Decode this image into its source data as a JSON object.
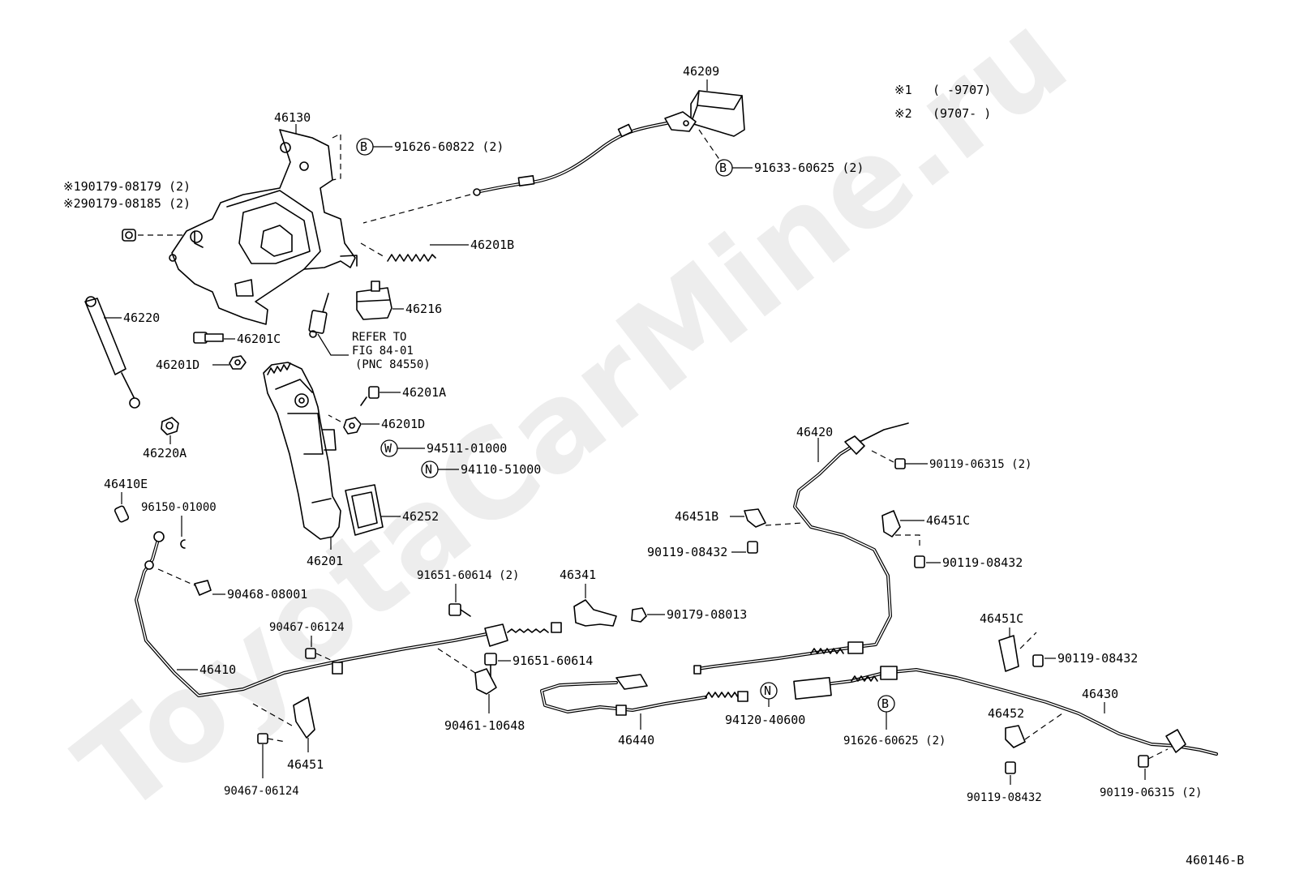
{
  "watermark": "ToyotaCarMine.ru",
  "diagram_code": "460146-B",
  "notes": [
    {
      "mark": "※1",
      "range": "(       -9707)"
    },
    {
      "mark": "※2",
      "range": "(9707-       )"
    }
  ],
  "refer": {
    "line1": "REFER TO",
    "line2": "FIG 84-01",
    "line3": "(PNC 84550)"
  },
  "symbols": {
    "B": "B",
    "W": "W",
    "N": "N"
  },
  "labels": {
    "p46209": "46209",
    "p46130": "46130",
    "b91626_60822": "91626-60822 (2)",
    "b91633_60625": "91633-60625 (2)",
    "n1_90179_08179": "※190179-08179 (2)",
    "n2_90179_08185": "※290179-08185 (2)",
    "p46201B": "46201B",
    "p46216": "46216",
    "p46220": "46220",
    "p46201C": "46201C",
    "p46201D_a": "46201D",
    "p46201A": "46201A",
    "p46201D_b": "46201D",
    "w94511_01000": "94511-01000",
    "n94110_51000": "94110-51000",
    "p46220A": "46220A",
    "p46410E": "46410E",
    "p96150_01000": "96150-01000",
    "p46252": "46252",
    "p46201": "46201",
    "p90468_08001": "90468-08001",
    "p91651_60614_2": "91651-60614 (2)",
    "p46341": "46341",
    "p90179_08013": "90179-08013",
    "p90467_06124_a": "90467-06124",
    "p91651_60614": "91651-60614",
    "p46410": "46410",
    "p90461_10648": "90461-10648",
    "p46451": "46451",
    "p90467_06124_b": "90467-06124",
    "p46420": "46420",
    "p90119_06315_a": "90119-06315 (2)",
    "p46451B": "46451B",
    "p46451C_a": "46451C",
    "p90119_08432_a": "90119-08432",
    "p90119_08432_b": "90119-08432",
    "p46451C_b": "46451C",
    "p90119_08432_c": "90119-08432",
    "p46430": "46430",
    "p46440": "46440",
    "n94120_40600": "94120-40600",
    "b91626_60625": "91626-60625 (2)",
    "p46452": "46452",
    "p90119_08432_d": "90119-08432",
    "p90119_06315_b": "90119-06315 (2)"
  }
}
